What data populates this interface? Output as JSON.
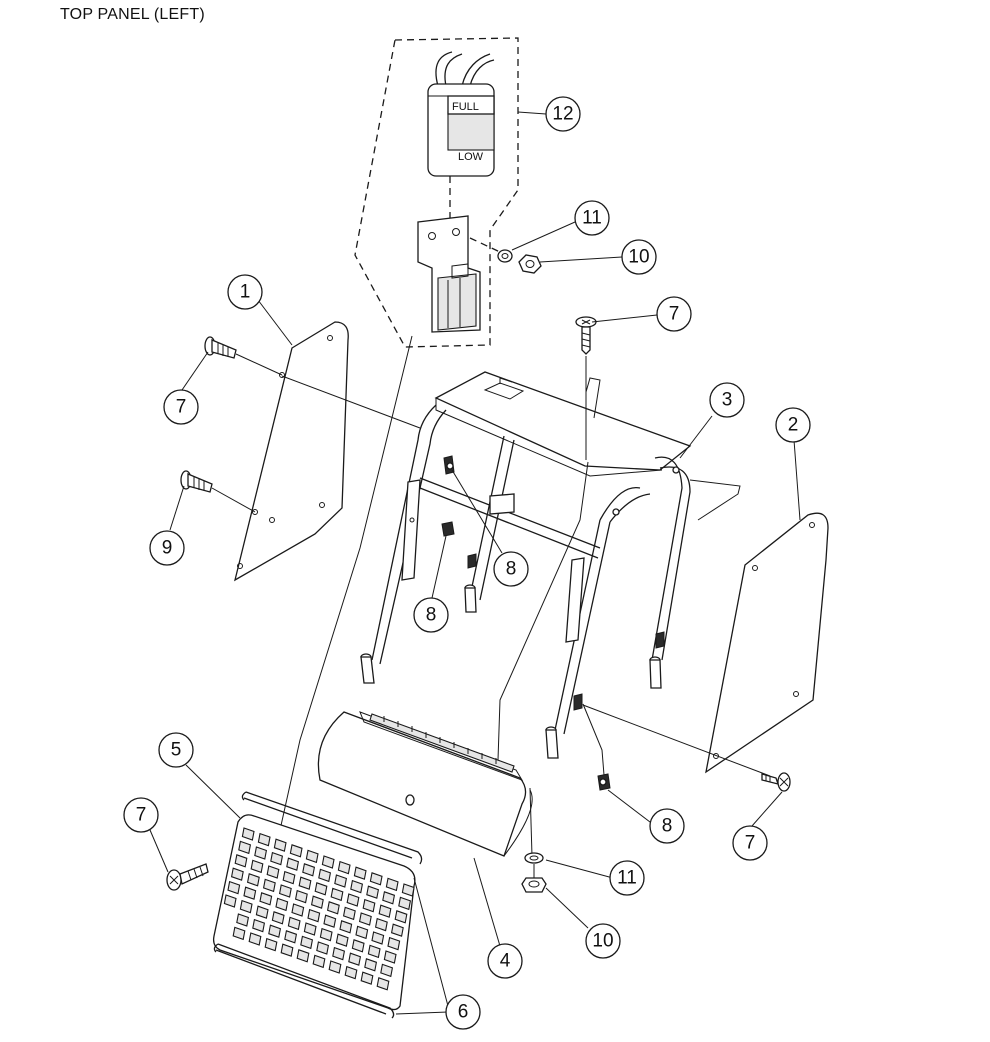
{
  "title": "TOP PANEL (LEFT)",
  "reservoir_labels": {
    "full": "FULL",
    "low": "LOW"
  },
  "callouts": [
    {
      "id": "c12",
      "label": "12"
    },
    {
      "id": "c11a",
      "label": "11"
    },
    {
      "id": "c10a",
      "label": "10"
    },
    {
      "id": "c1",
      "label": "1"
    },
    {
      "id": "c7a",
      "label": "7"
    },
    {
      "id": "c7b",
      "label": "7"
    },
    {
      "id": "c3",
      "label": "3"
    },
    {
      "id": "c2",
      "label": "2"
    },
    {
      "id": "c9",
      "label": "9"
    },
    {
      "id": "c8a",
      "label": "8"
    },
    {
      "id": "c8b",
      "label": "8"
    },
    {
      "id": "c5",
      "label": "5"
    },
    {
      "id": "c7c",
      "label": "7"
    },
    {
      "id": "c8c",
      "label": "8"
    },
    {
      "id": "c7d",
      "label": "7"
    },
    {
      "id": "c11b",
      "label": "11"
    },
    {
      "id": "c10b",
      "label": "10"
    },
    {
      "id": "c4",
      "label": "4"
    },
    {
      "id": "c6",
      "label": "6"
    }
  ]
}
